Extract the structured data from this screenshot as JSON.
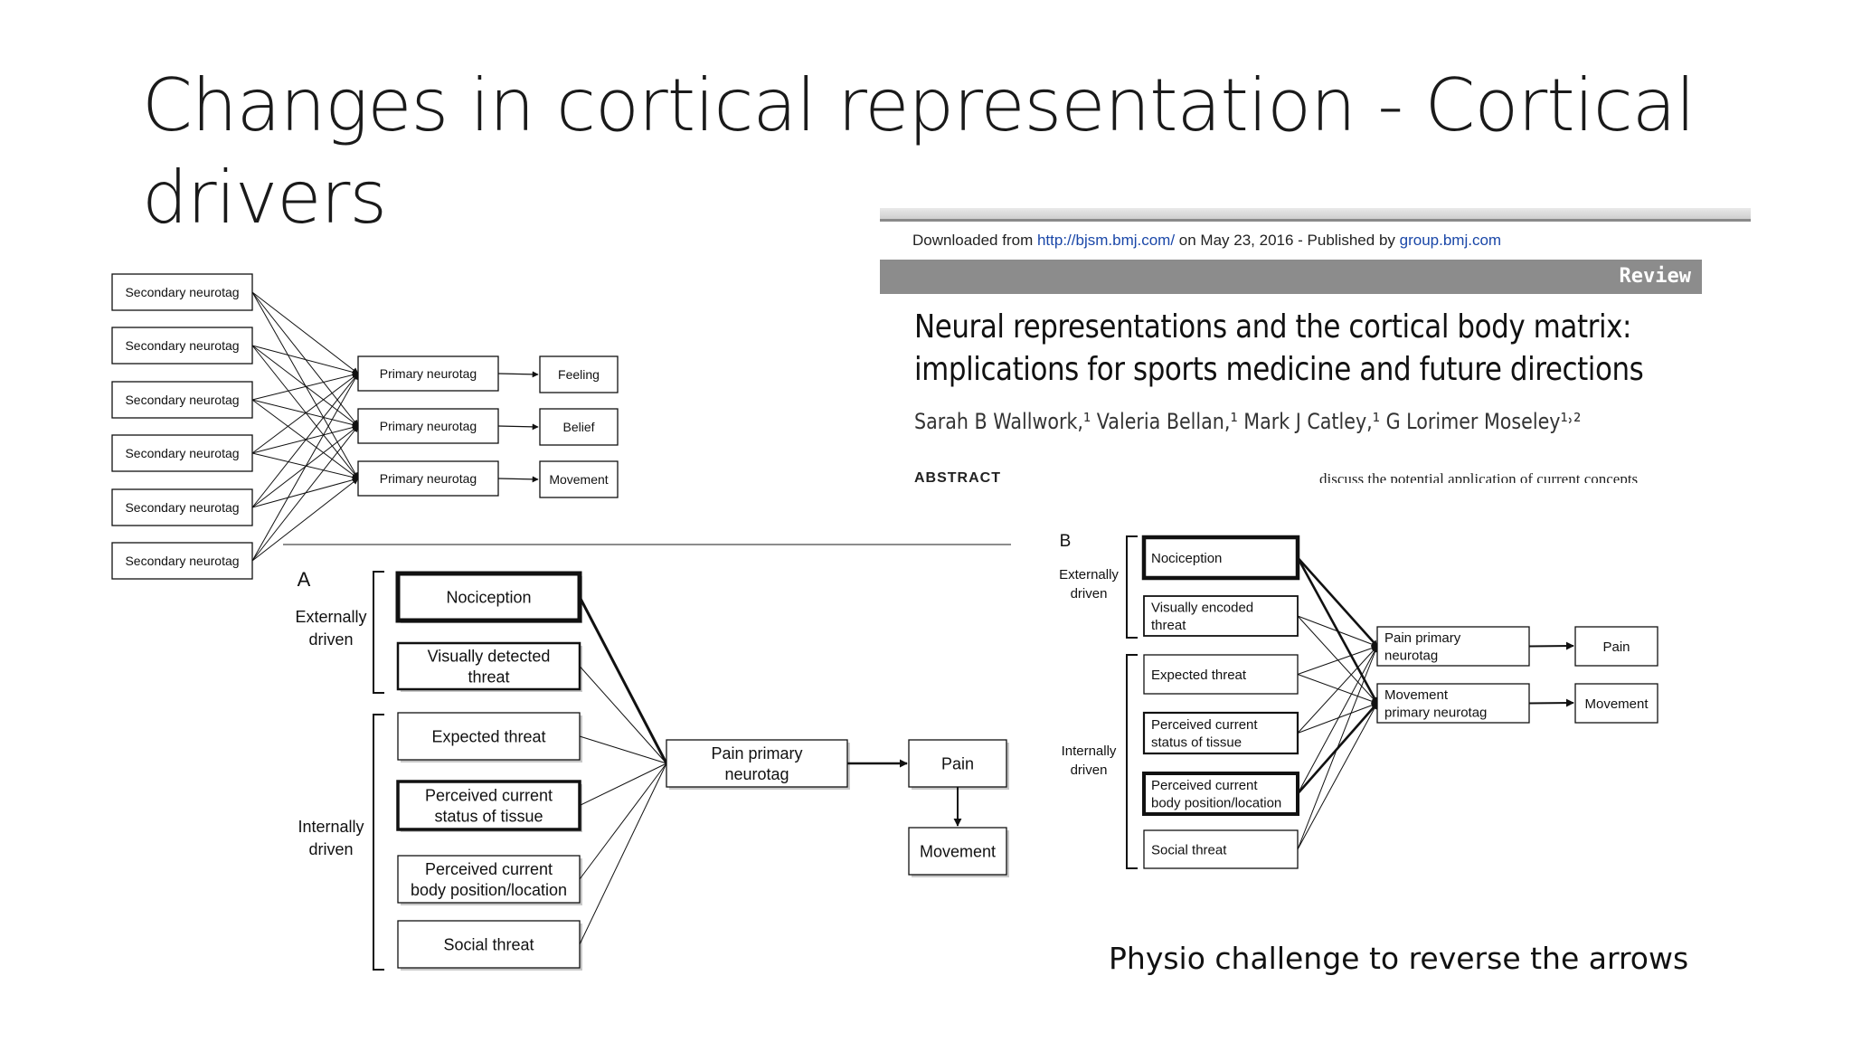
{
  "slide": {
    "title_line1": "Changes in cortical representation - Cortical",
    "title_line2": "drivers",
    "caption": "Physio challenge to reverse the arrows"
  },
  "paper": {
    "downloaded_prefix": "Downloaded from ",
    "downloaded_url": "http://bjsm.bmj.com/",
    "downloaded_middle": " on May 23, 2016 - Published by ",
    "downloaded_publisher": "group.bmj.com",
    "section_label": "Review",
    "title_line1": "Neural representations and the cortical body matrix:",
    "title_line2": "implications for sports medicine and future directions",
    "authors": "Sarah B Wallwork,¹ Valeria Bellan,¹ Mark J Catley,¹ G Lorimer Moseley¹˒²",
    "abstract_heading": "ABSTRACT",
    "abstract_fragment": "discuss the potential application of current concepts"
  },
  "neurotag_diagram": {
    "secondary": [
      "Secondary neurotag",
      "Secondary neurotag",
      "Secondary neurotag",
      "Secondary neurotag",
      "Secondary neurotag",
      "Secondary neurotag"
    ],
    "primary": [
      "Primary neurotag",
      "Primary neurotag",
      "Primary neurotag"
    ],
    "outputs": [
      "Feeling",
      "Belief",
      "Movement"
    ]
  },
  "figure_a": {
    "panel_label": "A",
    "group_external": [
      "Externally",
      "driven"
    ],
    "group_internal": [
      "Internally",
      "driven"
    ],
    "inputs": [
      [
        "Nociception"
      ],
      [
        "Visually detected",
        "threat"
      ],
      [
        "Expected threat"
      ],
      [
        "Perceived current",
        "status of tissue"
      ],
      [
        "Perceived current",
        "body position/location"
      ],
      [
        "Social threat"
      ]
    ],
    "hub": [
      "Pain primary",
      "neurotag"
    ],
    "pain": "Pain",
    "movement": "Movement"
  },
  "figure_b": {
    "panel_label": "B",
    "group_external": [
      "Externally",
      "driven"
    ],
    "group_internal": [
      "Internally",
      "driven"
    ],
    "inputs": [
      [
        "Nociception"
      ],
      [
        "Visually encoded",
        "threat"
      ],
      [
        "Expected threat"
      ],
      [
        "Perceived current",
        "status of tissue"
      ],
      [
        "Perceived current",
        "body position/location"
      ],
      [
        "Social threat"
      ]
    ],
    "hubs": [
      [
        "Pain primary",
        "neurotag"
      ],
      [
        "Movement",
        "primary neurotag"
      ]
    ],
    "outputs": [
      "Pain",
      "Movement"
    ]
  }
}
